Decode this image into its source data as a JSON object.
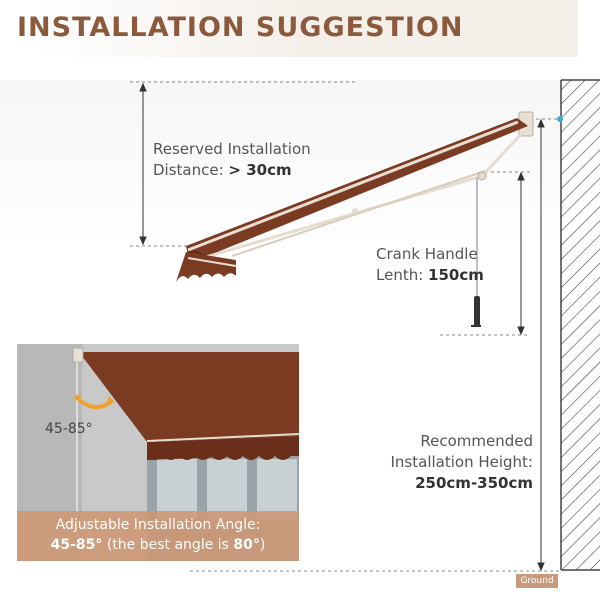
{
  "title": "INSTALLATION SUGGESTION",
  "reserved": {
    "line1": "Reserved Installation",
    "line2_prefix": "Distance: ",
    "line2_value": "> 30cm"
  },
  "crank": {
    "line1": "Crank Handle",
    "line2_prefix": "Lenth: ",
    "line2_value": "150cm"
  },
  "height": {
    "line1": "Recommended",
    "line2": "Installation Height:",
    "line3": "250cm-350cm"
  },
  "inset": {
    "angle_label": "45-85°",
    "caption_line1": "Adjustable Installation Angle:",
    "caption_bold1": "45-85°",
    "caption_mid": " (the best angle is ",
    "caption_bold2": "80°",
    "caption_end": ")"
  },
  "ground": "Ground",
  "colors": {
    "awning": "#7b3a22",
    "accent": "#8b5a3c",
    "caption_bg": "#cd9673",
    "frame": "#e6ddd0"
  }
}
